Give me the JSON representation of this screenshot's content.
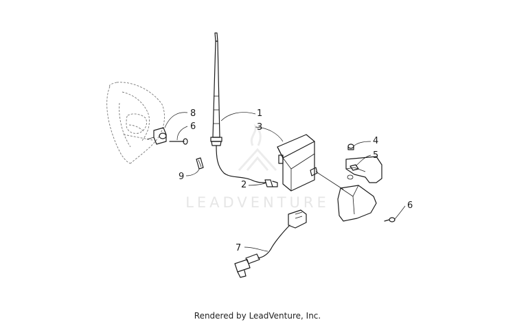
{
  "watermark": {
    "text": "LEADVENTURE"
  },
  "footer": {
    "text": "Rendered by LeadVenture, Inc."
  },
  "callouts": {
    "c1": "1",
    "c2": "2",
    "c3": "3",
    "c4": "4",
    "c5": "5",
    "c6a": "6",
    "c6b": "6",
    "c7": "7",
    "c8": "8",
    "c9": "9"
  }
}
